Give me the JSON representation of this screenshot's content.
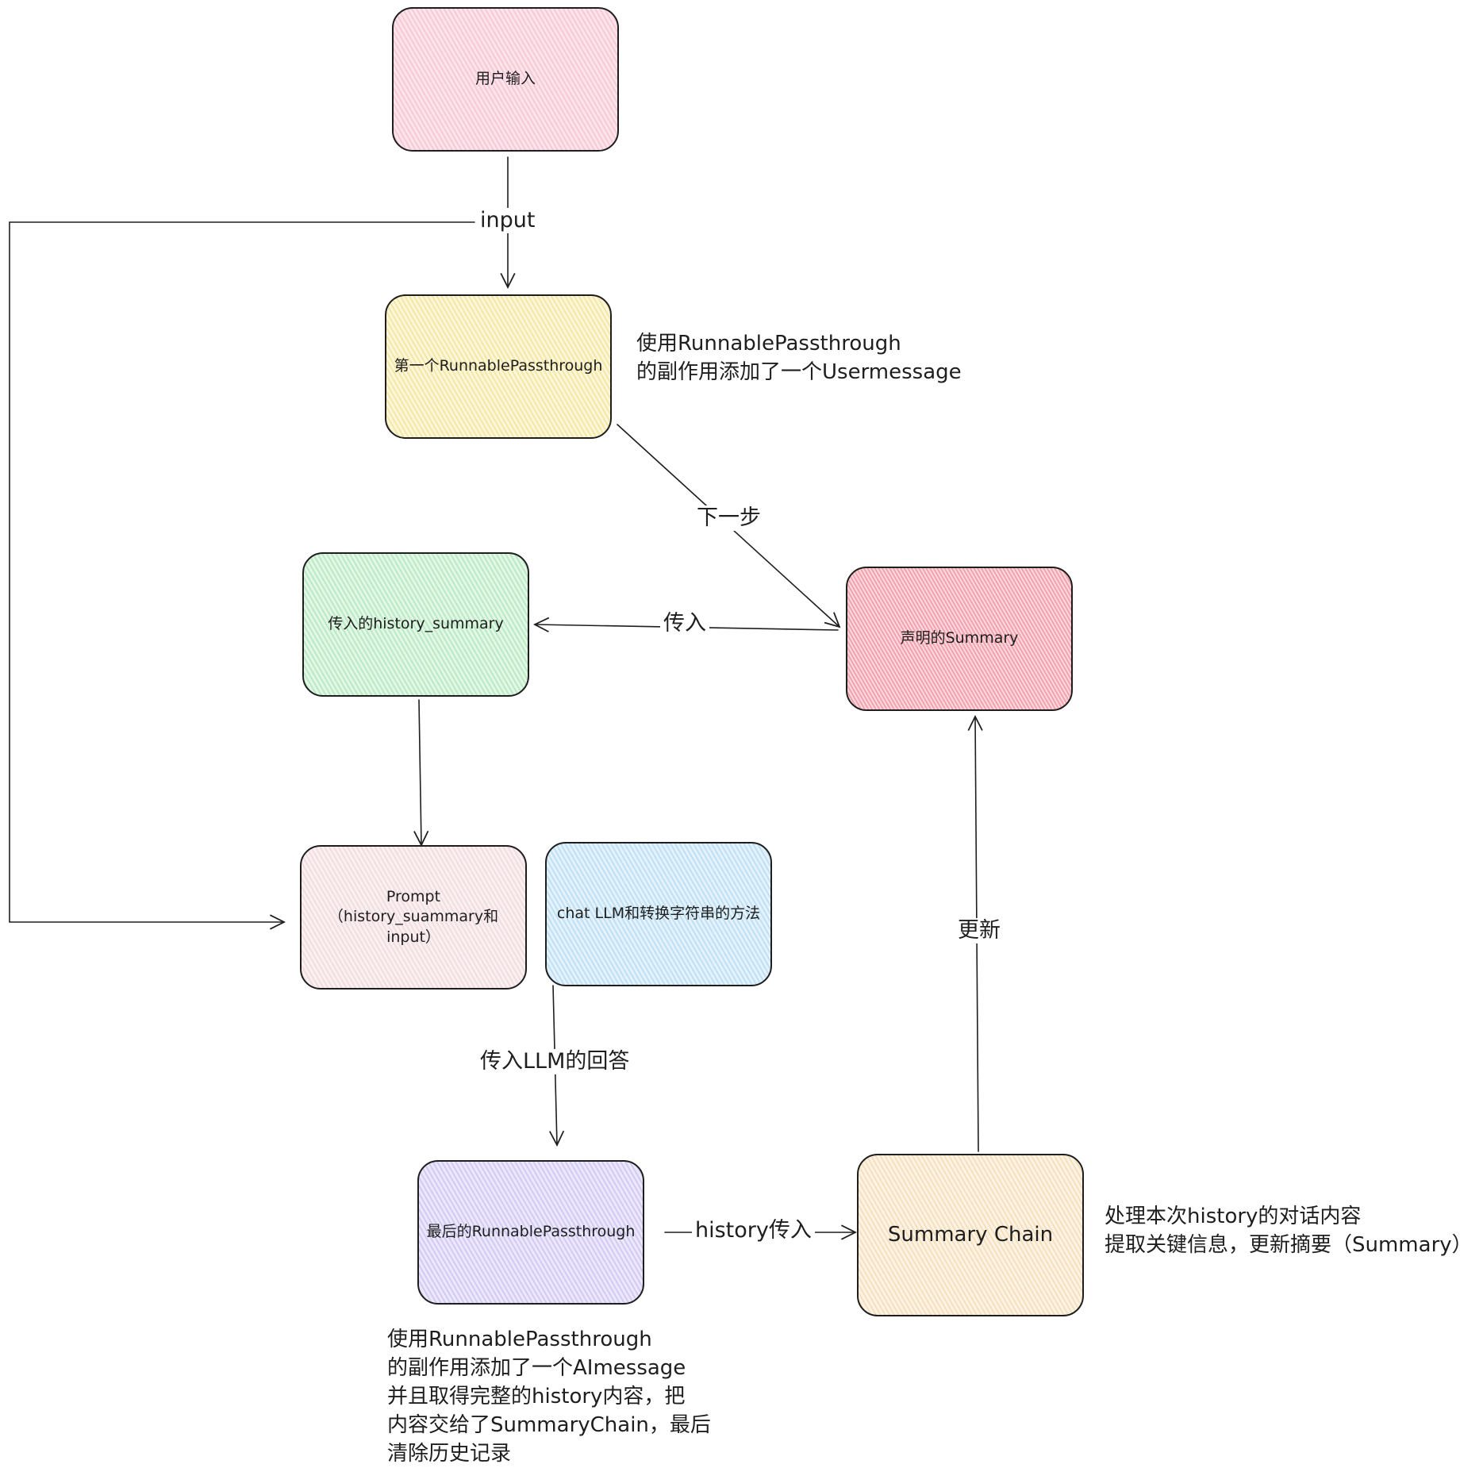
{
  "nodes": {
    "user_input": "用户输入",
    "first_passthrough": "第一个RunnablePassthrough",
    "history_summary": "传入的history_summary",
    "declared_summary": "声明的Summary",
    "prompt_line1": "Prompt",
    "prompt_line2": "（history_suammary和input）",
    "chat_llm": "chat LLM和转换字符串的方法",
    "last_passthrough": "最后的RunnablePassthrough",
    "summary_chain": "Summary Chain"
  },
  "edges": {
    "input": "input",
    "next_step": "下一步",
    "pass_in": "传入",
    "update": "更新",
    "llm_answer": "传入LLM的回答",
    "history_pass_in": "history传入"
  },
  "notes": {
    "first_note": [
      "使用RunnablePassthrough",
      "的副作用添加了一个Usermessage"
    ],
    "summary_note": [
      "处理本次history的对话内容",
      "提取关键信息，更新摘要（Summary）"
    ],
    "last_note": [
      "使用RunnablePassthrough",
      "的副作用添加了一个AImessage",
      "并且取得完整的history内容，把",
      "内容交给了SummaryChain，最后",
      "清除历史记录"
    ]
  }
}
